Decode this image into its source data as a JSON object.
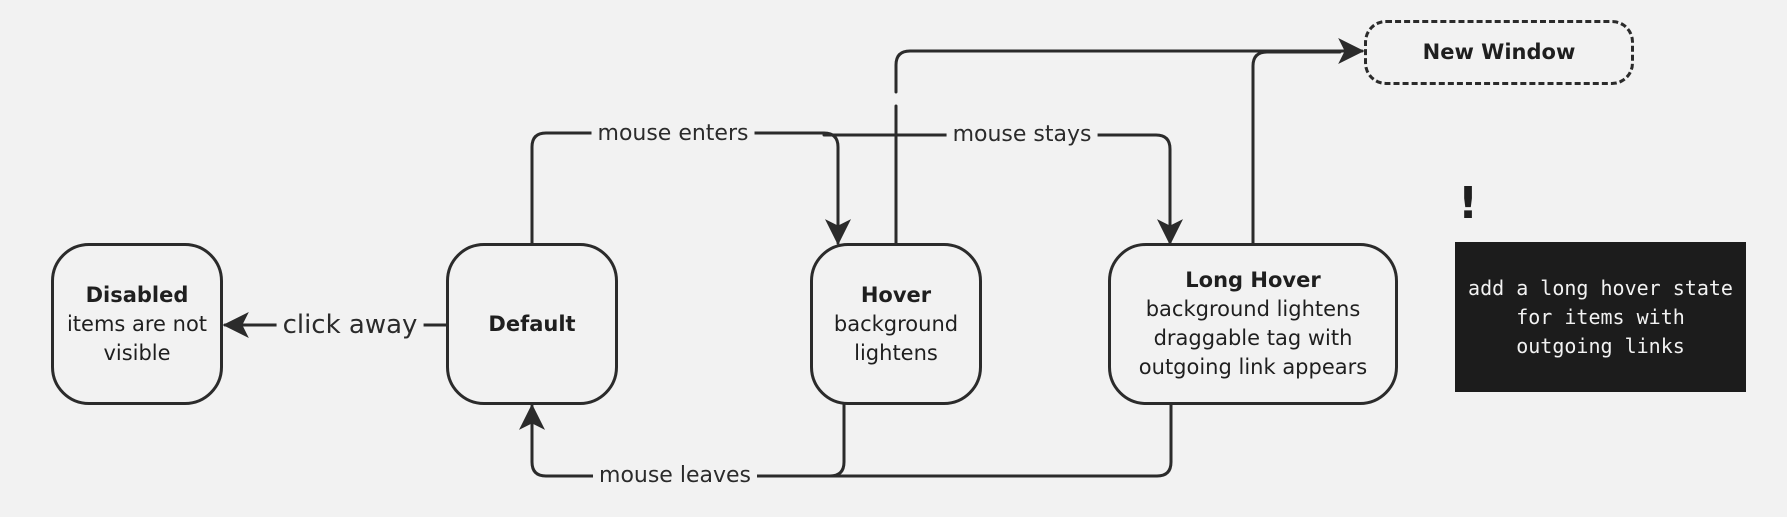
{
  "nodes": {
    "disabled": {
      "title": "Disabled",
      "lines": [
        "items are not",
        "visible"
      ]
    },
    "default": {
      "title": "Default"
    },
    "hover": {
      "title": "Hover",
      "lines": [
        "background",
        "lightens"
      ]
    },
    "long_hover": {
      "title": "Long Hover",
      "lines": [
        "background lightens",
        "draggable tag with",
        "outgoing link appears"
      ]
    },
    "new_window": {
      "title": "New Window"
    }
  },
  "edges": {
    "click_away": "click away",
    "mouse_enters": "mouse enters",
    "mouse_stays": "mouse stays",
    "mouse_leaves": "mouse leaves"
  },
  "note": {
    "marker": "!",
    "text": "add a long hover state for items with outgoing links"
  },
  "colors": {
    "background": "#f2f2f2",
    "stroke": "#2b2b2b",
    "note_background": "#1c1c1c",
    "note_text": "#f2f2f2"
  }
}
